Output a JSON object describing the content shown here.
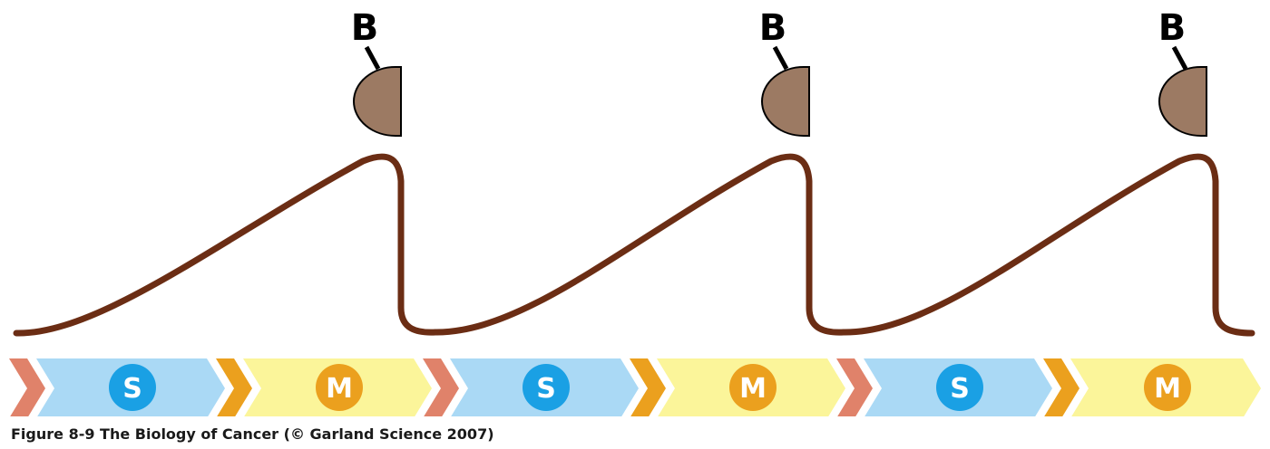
{
  "diagram": {
    "marker_label": "B",
    "phases": [
      {
        "letter": "",
        "fill": "#e0826a",
        "kind": "small"
      },
      {
        "letter": "S",
        "fill": "#aad9f5",
        "circle": "#1aa0e4",
        "kind": "large"
      },
      {
        "letter": "",
        "fill": "#eba01e",
        "kind": "small"
      },
      {
        "letter": "M",
        "fill": "#fbf59a",
        "circle": "#eba01e",
        "kind": "large"
      },
      {
        "letter": "",
        "fill": "#e0826a",
        "kind": "small"
      },
      {
        "letter": "S",
        "fill": "#aad9f5",
        "circle": "#1aa0e4",
        "kind": "large"
      },
      {
        "letter": "",
        "fill": "#eba01e",
        "kind": "small"
      },
      {
        "letter": "M",
        "fill": "#fbf59a",
        "circle": "#eba01e",
        "kind": "large"
      },
      {
        "letter": "",
        "fill": "#e0826a",
        "kind": "small"
      },
      {
        "letter": "S",
        "fill": "#aad9f5",
        "circle": "#1aa0e4",
        "kind": "large"
      },
      {
        "letter": "",
        "fill": "#eba01e",
        "kind": "small"
      },
      {
        "letter": "M",
        "fill": "#fbf59a",
        "circle": "#eba01e",
        "kind": "large"
      }
    ],
    "curve_color": "#6b2d14",
    "protein_color": "#9c7a63"
  },
  "caption": "Figure 8-9  The Biology of Cancer (© Garland Science 2007)"
}
